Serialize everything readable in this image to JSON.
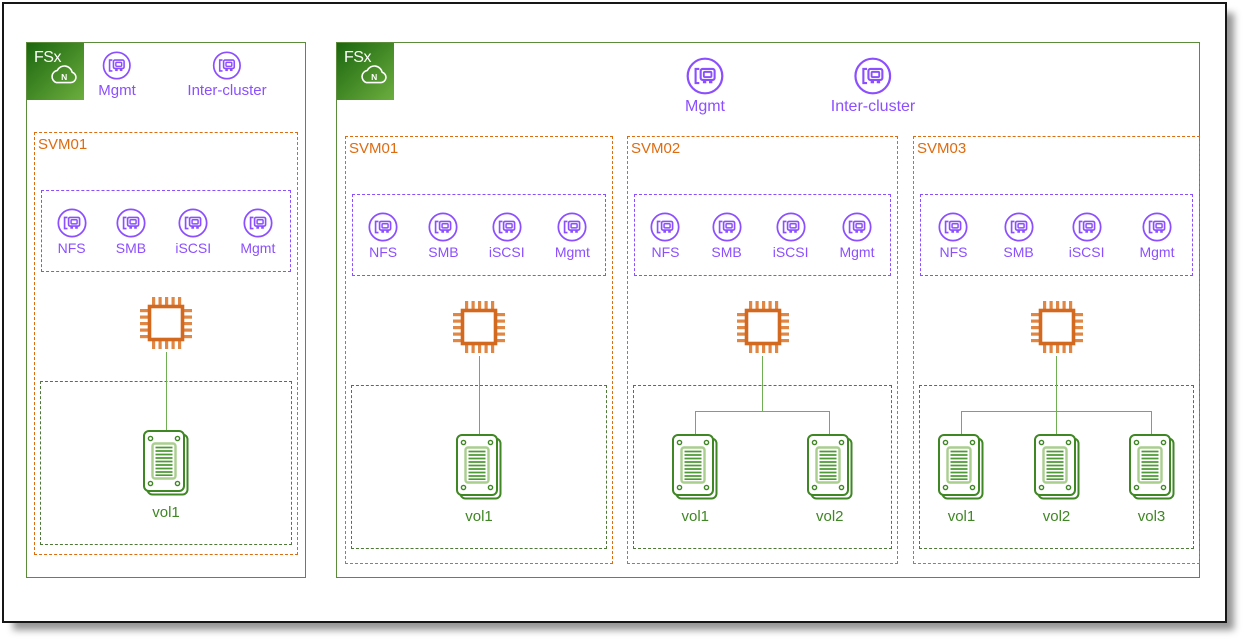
{
  "diagram": {
    "logo": {
      "icon": "fsx-netapp-ontap-logo",
      "text": "FSx",
      "badge_letter": "N"
    },
    "colors": {
      "panel_border_green": "#5B8C3C",
      "svm_orange": "#DD6B10",
      "interface_purple": "#8C4FFF",
      "chip_orange": "#D2691E",
      "chip_pin_orange": "#E08745",
      "volume_green": "#3F8624",
      "volume_vent_green": "#4E9A34",
      "volume_frame_light_green": "#A9CE8E",
      "connector_line_green": "#6FAE53",
      "volume_zone_border_green": "#4F7938",
      "logo_gradient_start": "#1B660F",
      "logo_gradient_end": "#6CAE3E"
    },
    "panels": [
      {
        "name": "fsx-file-system-single-svm",
        "cluster_interfaces": [
          {
            "icon": "network-interface-icon",
            "label": "Mgmt"
          },
          {
            "icon": "network-interface-icon",
            "label": "Inter-cluster"
          }
        ],
        "svms": [
          {
            "label": "SVM01",
            "chip_icon": "cpu-chip-icon",
            "interfaces": [
              {
                "icon": "network-interface-icon",
                "label": "NFS"
              },
              {
                "icon": "network-interface-icon",
                "label": "SMB"
              },
              {
                "icon": "network-interface-icon",
                "label": "iSCSI"
              },
              {
                "icon": "network-interface-icon",
                "label": "Mgmt"
              }
            ],
            "volumes": [
              {
                "icon": "volume-icon",
                "label": "vol1"
              }
            ]
          }
        ]
      },
      {
        "name": "fsx-file-system-multi-svm",
        "cluster_interfaces": [
          {
            "icon": "network-interface-icon",
            "label": "Mgmt"
          },
          {
            "icon": "network-interface-icon",
            "label": "Inter-cluster"
          }
        ],
        "svms": [
          {
            "label": "SVM01",
            "chip_icon": "cpu-chip-icon",
            "interfaces": [
              {
                "icon": "network-interface-icon",
                "label": "NFS"
              },
              {
                "icon": "network-interface-icon",
                "label": "SMB"
              },
              {
                "icon": "network-interface-icon",
                "label": "iSCSI"
              },
              {
                "icon": "network-interface-icon",
                "label": "Mgmt"
              }
            ],
            "volumes": [
              {
                "icon": "volume-icon",
                "label": "vol1"
              }
            ]
          },
          {
            "label": "SVM02",
            "chip_icon": "cpu-chip-icon",
            "interfaces": [
              {
                "icon": "network-interface-icon",
                "label": "NFS"
              },
              {
                "icon": "network-interface-icon",
                "label": "SMB"
              },
              {
                "icon": "network-interface-icon",
                "label": "iSCSI"
              },
              {
                "icon": "network-interface-icon",
                "label": "Mgmt"
              }
            ],
            "volumes": [
              {
                "icon": "volume-icon",
                "label": "vol1"
              },
              {
                "icon": "volume-icon",
                "label": "vol2"
              }
            ]
          },
          {
            "label": "SVM03",
            "chip_icon": "cpu-chip-icon",
            "interfaces": [
              {
                "icon": "network-interface-icon",
                "label": "NFS"
              },
              {
                "icon": "network-interface-icon",
                "label": "SMB"
              },
              {
                "icon": "network-interface-icon",
                "label": "iSCSI"
              },
              {
                "icon": "network-interface-icon",
                "label": "Mgmt"
              }
            ],
            "volumes": [
              {
                "icon": "volume-icon",
                "label": "vol1"
              },
              {
                "icon": "volume-icon",
                "label": "vol2"
              },
              {
                "icon": "volume-icon",
                "label": "vol3"
              }
            ]
          }
        ]
      }
    ]
  }
}
